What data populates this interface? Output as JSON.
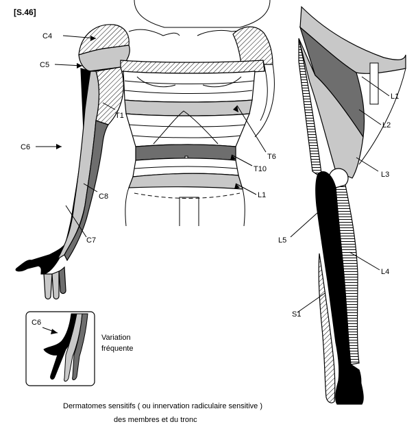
{
  "figure_tag": "[S.46]",
  "colors": {
    "black": "#000000",
    "dark": "#6e6e6e",
    "mid": "#9a9a9a",
    "light": "#c8c8c8",
    "white": "#ffffff"
  },
  "labels": {
    "c4": "C4",
    "c5": "C5",
    "c6": "C6",
    "c7": "C7",
    "c8": "C8",
    "t1": "T1",
    "t6": "T6",
    "t10": "T10",
    "l1_trunk": "L1",
    "l1_leg": "L1",
    "l2": "L2",
    "l3": "L3",
    "l4": "L4",
    "l5": "L5",
    "s1": "S1"
  },
  "inset": {
    "label": "C6",
    "text_line1": "Variation",
    "text_line2": "fréquente"
  },
  "caption": {
    "line1": "Dermatomes sensitifs ( ou innervation radiculaire sensitive )",
    "line2": "des membres et du tronc"
  }
}
